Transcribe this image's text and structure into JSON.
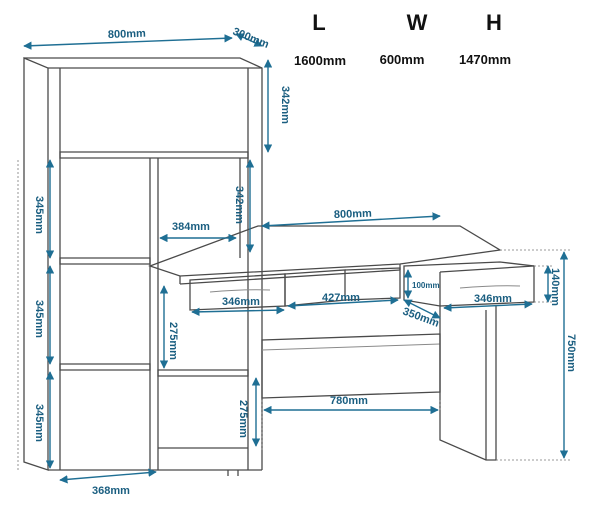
{
  "summary": {
    "labels": [
      "L",
      "W",
      "H"
    ],
    "values": [
      "1600mm",
      "600mm",
      "1470mm"
    ]
  },
  "dimensions": {
    "top_width": "800mm",
    "top_depth": "300mm",
    "top_shelf_height": "342mm",
    "upper_middle_height": "342mm",
    "inner_shelf_width": "384mm",
    "desk_top_width": "800mm",
    "left_col_shelf_1": "345mm",
    "left_col_shelf_2": "345mm",
    "left_col_shelf_3": "345mm",
    "drawer_left_width": "346mm",
    "drawer_gap": "427mm",
    "drawer_right_width": "346mm",
    "drawer_height_small": "100mm",
    "drawer_height": "140mm",
    "desk_depth": "350mm",
    "desk_height": "750mm",
    "inner_middle_height": "275mm",
    "inner_lower_height": "275mm",
    "desk_leg_span": "780mm",
    "base_width": "368mm"
  }
}
